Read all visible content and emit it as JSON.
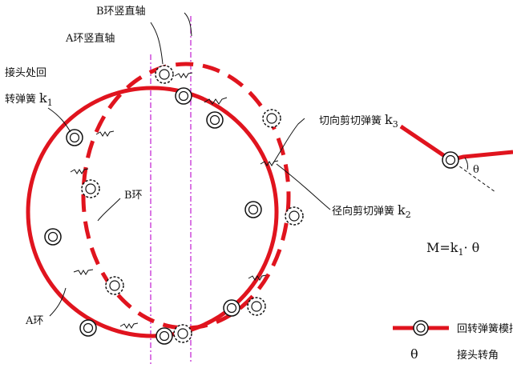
{
  "labels": {
    "b_ring_axis": "B环竖直轴",
    "a_ring_axis": "A环竖直轴",
    "joint_rot_spring_line1": "接头处回",
    "joint_rot_spring_line2": "转弹簧",
    "joint_rot_spring_k": "k",
    "joint_rot_spring_sub": "1",
    "tangential_spring": "切向剪切弹簧",
    "tangential_k": "k",
    "tangential_sub": "3",
    "radial_spring": "径向剪切弹簧",
    "radial_k": "k",
    "radial_sub": "2",
    "b_ring": "B环",
    "a_ring": "A环",
    "formula_lhs": "M=k",
    "formula_sub": "1",
    "formula_rhs": "· θ",
    "theta_symbol": "θ"
  },
  "legend": {
    "item1_label": "回转弹簧模拟接头",
    "item2_symbol": "θ",
    "item2_label": "接头转角"
  },
  "colors": {
    "ring": "#e0141e",
    "axis": "#c21bd0",
    "ink": "#111111"
  }
}
